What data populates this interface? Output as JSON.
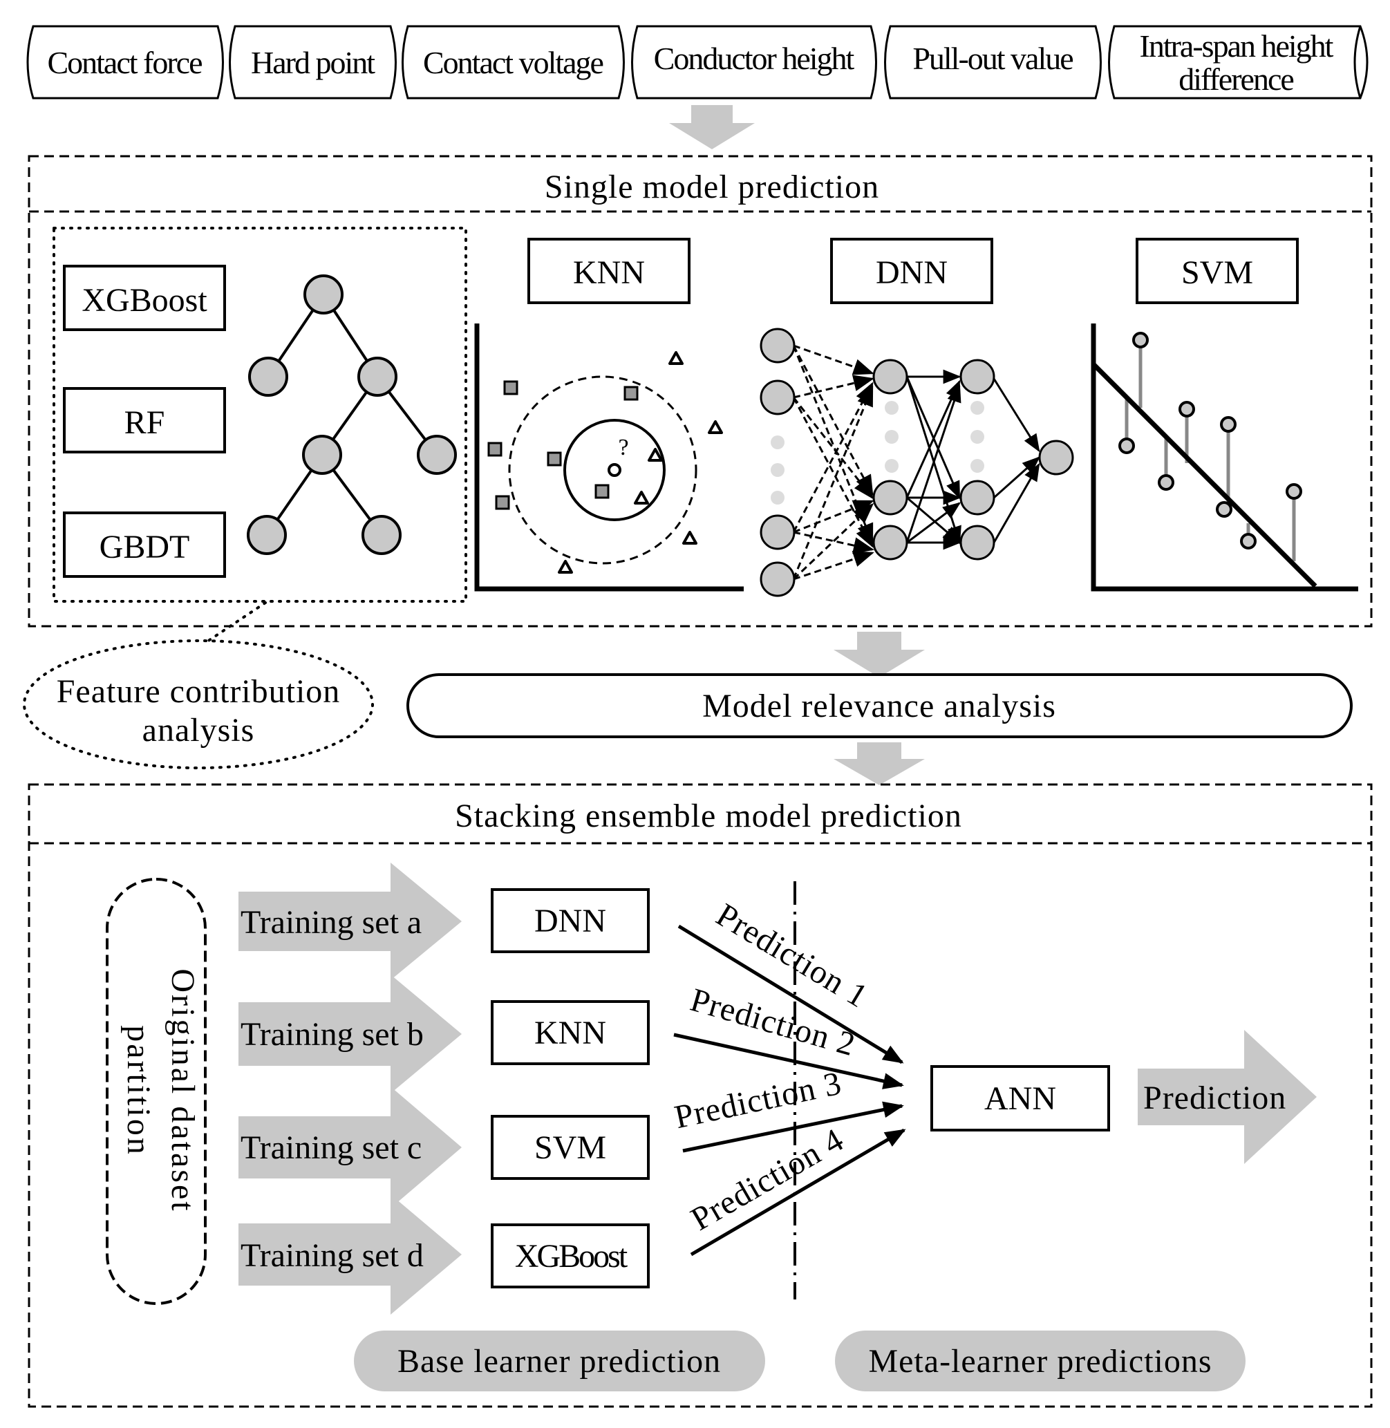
{
  "features": [
    "Contact force",
    "Hard point",
    "Contact voltage",
    "Conductor height",
    "Pull-out value",
    "Intra-span height",
    "difference"
  ],
  "single_section": {
    "title": "Single model prediction",
    "tree_models": [
      "XGBoost",
      "RF",
      "GBDT"
    ],
    "knn_label": "KNN",
    "knn_query_mark": "?",
    "dnn_label": "DNN",
    "svm_label": "SVM"
  },
  "feature_analysis": [
    "Feature contribution",
    "analysis"
  ],
  "relevance_analysis": "Model relevance analysis",
  "stacking_section": {
    "title": "Stacking ensemble model prediction",
    "partition_label": [
      "Original dataset",
      "partition"
    ],
    "training_sets": [
      "Training set a",
      "Training set b",
      "Training set c",
      "Training set d"
    ],
    "base_learners": [
      "DNN",
      "KNN",
      "SVM",
      "XGBoost"
    ],
    "predictions": [
      "Prediction 1",
      "Prediction 2",
      "Prediction 3",
      "Prediction 4"
    ],
    "meta_learner": "ANN",
    "output": "Prediction",
    "base_phase_label": "Base learner prediction",
    "meta_phase_label": "Meta-learner predictions"
  },
  "colors": {
    "gray_fill": "#c8c8c8",
    "node_fill": "#c9c9c9",
    "line": "#000000",
    "dot": "#dcdcdc"
  }
}
